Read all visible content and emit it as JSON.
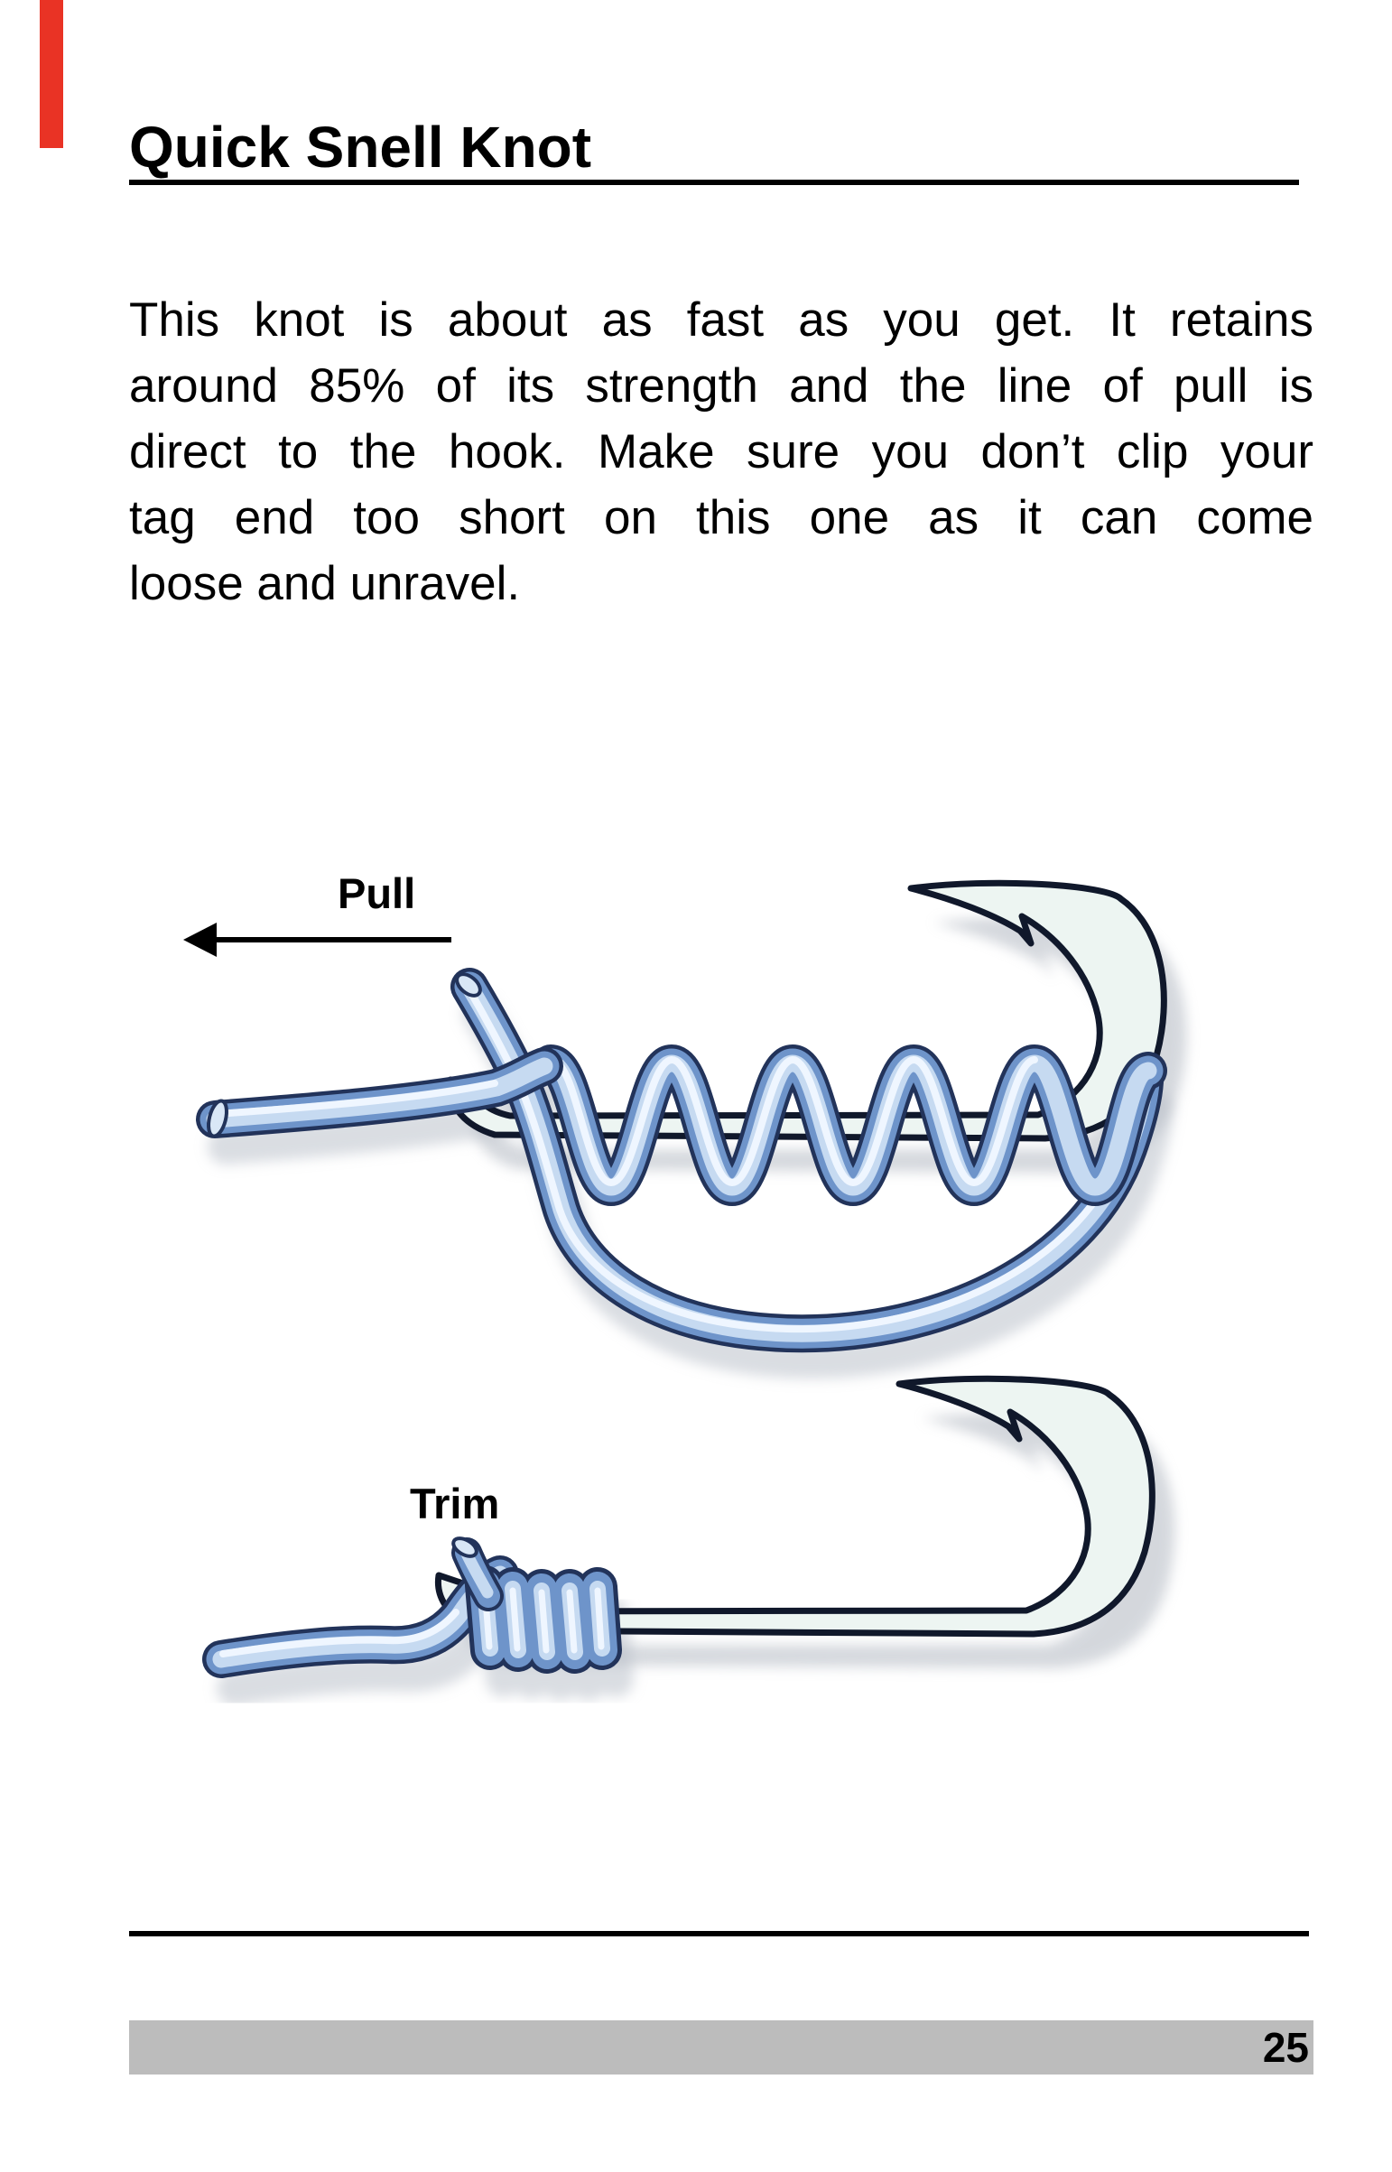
{
  "page": {
    "title": "Quick Snell Knot",
    "paragraph": {
      "lines": [
        "This knot is about as fast as you get. It retains",
        "around 85% of its strength and the line of pull is",
        "direct to the hook. Make sure you don’t clip your",
        "tag end too short on this one as it can come",
        "loose and unravel."
      ]
    },
    "figure": {
      "pull_label": "Pull",
      "trim_label": "Trim"
    },
    "footer": {
      "page_number": "25"
    },
    "colors": {
      "accent_red_tab": "#e93325",
      "line_blue_dark": "#22335a",
      "line_blue_mid": "#6e94ca",
      "line_blue_light": "#c6daf1",
      "hook_body": "#edf5f2",
      "hook_outline": "#10182b",
      "footer_bar_gray": "#bcbcbc",
      "text_black": "#000000"
    }
  }
}
